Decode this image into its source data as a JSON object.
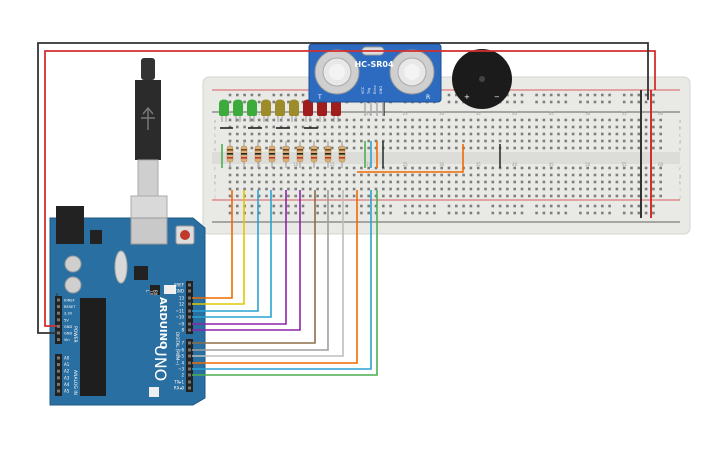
{
  "sensor": {
    "model": "HC-SR04",
    "pins": [
      "VCC",
      "Trig",
      "Echo",
      "GND"
    ],
    "left_mark": "T",
    "right_mark": "R"
  },
  "buzzer": {
    "plus": "+",
    "minus": "−"
  },
  "arduino": {
    "brand": "ARDUINO",
    "model": "UNO",
    "power_header": [
      "IOREF",
      "RESET",
      "3.3V",
      "5V",
      "GND",
      "GND",
      "Vin"
    ],
    "power_title": "POWER",
    "analog_header": [
      "A0",
      "A1",
      "A2",
      "A3",
      "A4",
      "A5"
    ],
    "analog_title": "ANALOG IN",
    "digital_title": "DIGITAL (PWM~)",
    "digital_top": [
      "AREF",
      "GND",
      "13",
      "12",
      "~11",
      "~10",
      "~9",
      "8"
    ],
    "digital_bottom": [
      "7",
      "~6",
      "~5",
      "4",
      "~3",
      "2",
      "TX▸1",
      "RX◂0"
    ],
    "small_labels": [
      "L",
      "TX",
      "RX"
    ]
  },
  "breadboard": {
    "row_letters_top": [
      "a",
      "b",
      "c",
      "d",
      "e"
    ],
    "row_letters_bottom": [
      "f",
      "g",
      "h",
      "i",
      "j"
    ],
    "column_numbers": [
      "1",
      "5",
      "10",
      "15",
      "20",
      "25",
      "30",
      "35",
      "40",
      "45",
      "50",
      "55",
      "60"
    ]
  },
  "colors": {
    "board": "#2a6fa1",
    "breadboard": "#e9e9e6",
    "sensor": "#2c6bbf",
    "wire_red": "#d32f2f",
    "wire_black": "#333333"
  }
}
